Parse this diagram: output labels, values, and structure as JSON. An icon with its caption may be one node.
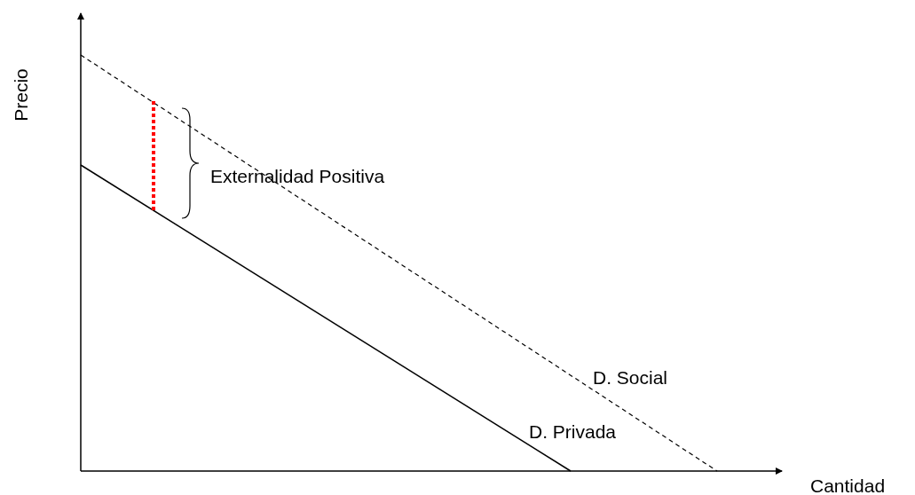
{
  "diagram": {
    "labels": [
      "Precio",
      "Externalidad Positiva",
      "D. Social",
      "D. Privada",
      "Cantidad"
    ]
  }
}
